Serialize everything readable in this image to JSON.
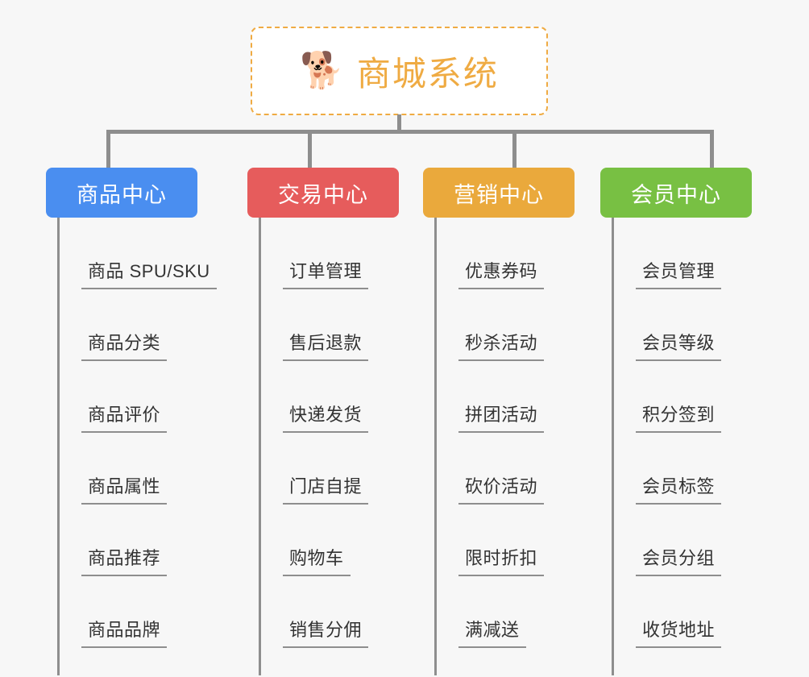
{
  "background_color": "#f7f7f7",
  "root": {
    "icon": "shiba-dog-face-emoji",
    "emoji": "🐕",
    "title": "商城系统",
    "color": "#efab43"
  },
  "connector_color": "#8e8e8e",
  "columns": [
    {
      "id": "product-center",
      "label": "商品中心",
      "color": "#4a8ef0",
      "items": [
        "商品 SPU/SKU",
        "商品分类",
        "商品评价",
        "商品属性",
        "商品推荐",
        "商品品牌"
      ]
    },
    {
      "id": "trade-center",
      "label": "交易中心",
      "color": "#e65c5c",
      "items": [
        "订单管理",
        "售后退款",
        "快递发货",
        "门店自提",
        "购物车",
        "销售分佣"
      ]
    },
    {
      "id": "marketing-center",
      "label": "营销中心",
      "color": "#eaa93c",
      "items": [
        "优惠券码",
        "秒杀活动",
        "拼团活动",
        "砍价活动",
        "限时折扣",
        "满减送"
      ]
    },
    {
      "id": "member-center",
      "label": "会员中心",
      "color": "#78c043",
      "items": [
        "会员管理",
        "会员等级",
        "积分签到",
        "会员标签",
        "会员分组",
        "收货地址"
      ]
    }
  ]
}
